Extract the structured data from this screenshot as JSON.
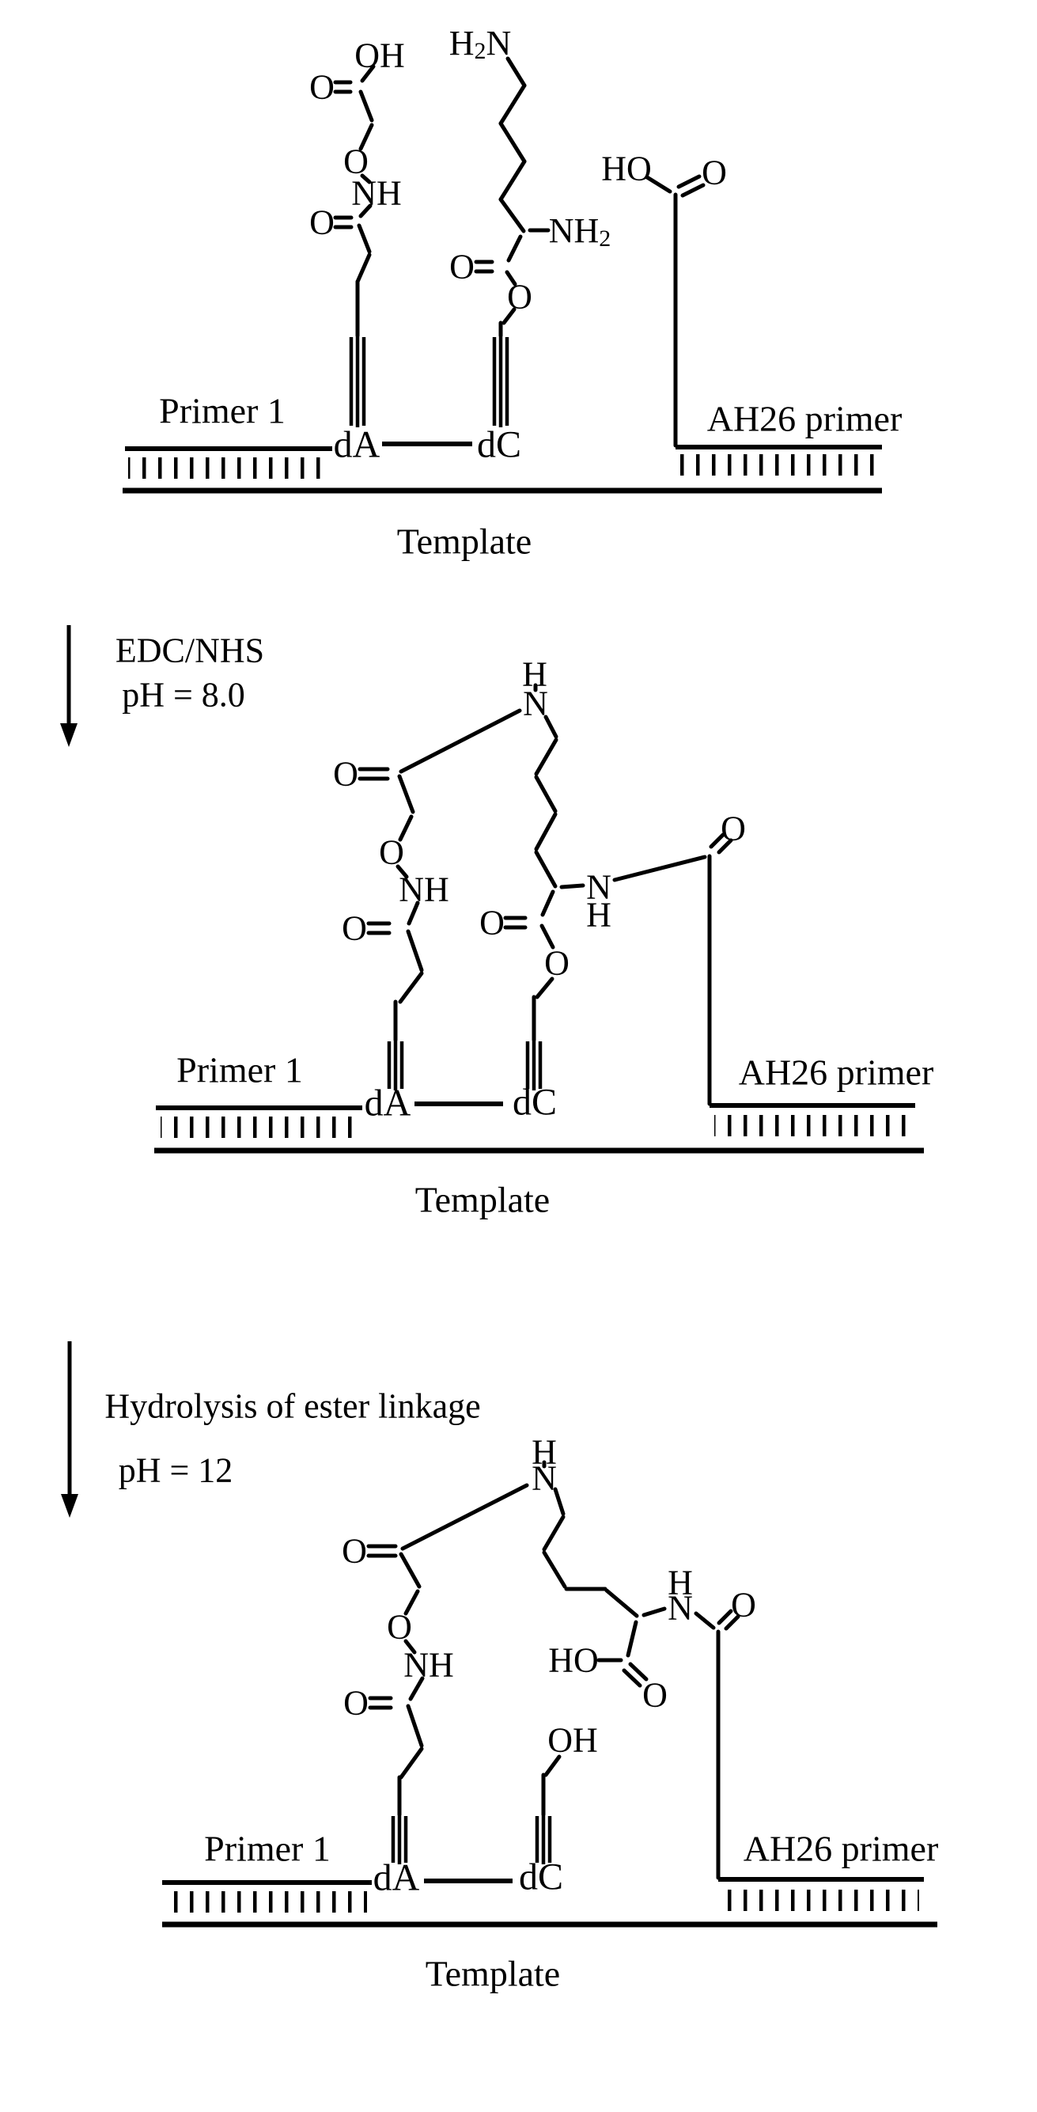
{
  "figure": {
    "title": "Primer ligation and ester hydrolysis scheme",
    "ink_color": "#000000",
    "background": "#ffffff"
  },
  "arrows": [
    {
      "line1": "EDC/NHS",
      "line2": "pH = 8.0"
    },
    {
      "line1": "Hydrolysis of ester linkage",
      "line2": "pH = 12"
    }
  ],
  "panels": [
    {
      "primer1": "Primer 1",
      "dA": "dA",
      "dC": "dC",
      "ah26": "AH26 primer",
      "template": "Template",
      "atoms": {
        "oh": "OH",
        "o_top": "O",
        "o_oxime": "O",
        "nh": "NH",
        "o_amide": "O",
        "h2n": [
          "H",
          "2",
          "N"
        ],
        "nh2": [
          "N",
          "H",
          "2"
        ],
        "o_ester_dbl": "O",
        "o_ester": "O",
        "ho": "HO",
        "o_acid": "O"
      }
    },
    {
      "primer1": "Primer 1",
      "dA": "dA",
      "dC": "dC",
      "ah26": "AH26 primer",
      "template": "Template",
      "atoms": {
        "h": "H",
        "n": "N",
        "o_top": "O",
        "o_oxime": "O",
        "nh": "NH",
        "o_amide": "O",
        "n_amide": "N",
        "h_amide": "H",
        "o_ah26": "O",
        "o_ester_dbl": "O",
        "o_ester": "O"
      }
    },
    {
      "primer1": "Primer 1",
      "dA": "dA",
      "dC": "dC",
      "ah26": "AH26 primer",
      "template": "Template",
      "atoms": {
        "h": "H",
        "n": "N",
        "o_top": "O",
        "o_oxime": "O",
        "nh": "NH",
        "o_amide": "O",
        "n_amide": "N",
        "h_amide": "H",
        "o_ah26": "O",
        "ho": "HO",
        "o_acid": "O",
        "oh": "OH"
      }
    }
  ]
}
